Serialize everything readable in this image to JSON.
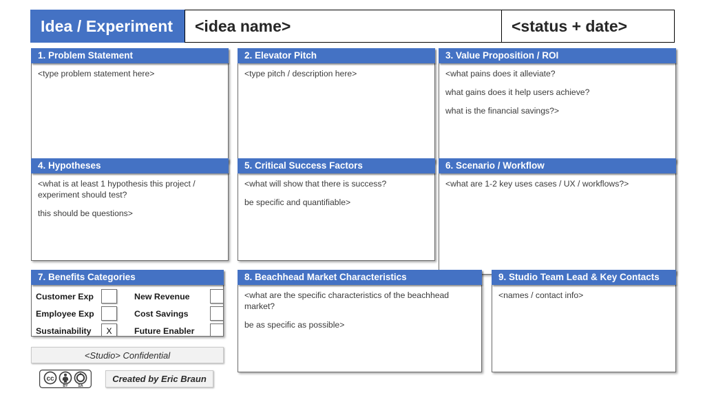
{
  "header": {
    "title": "Idea / Experiment",
    "idea_name": "<idea name>",
    "status_date": "<status + date>"
  },
  "sections": [
    {
      "id": "p1",
      "heading": "1. Problem Statement",
      "lines": [
        "<type problem statement here>"
      ]
    },
    {
      "id": "p2",
      "heading": "2. Elevator Pitch",
      "lines": [
        "<type pitch / description here>"
      ]
    },
    {
      "id": "p3",
      "heading": "3. Value Proposition / ROI",
      "lines": [
        "<what pains does it alleviate?",
        "what gains does it help users achieve?",
        "what is the financial savings?>"
      ]
    },
    {
      "id": "p4",
      "heading": "4. Hypotheses",
      "lines": [
        "<what is at least 1 hypothesis this project / experiment should test?",
        "this should be questions>"
      ]
    },
    {
      "id": "p5",
      "heading": "5. Critical Success Factors",
      "lines": [
        "<what will show that there is success?",
        "be specific and quantifiable>"
      ]
    },
    {
      "id": "p6",
      "heading": "6. Scenario / Workflow",
      "lines": [
        "<what are 1-2 key uses cases / UX / workflows?>"
      ]
    },
    {
      "id": "p7",
      "heading": "7. Benefits Categories",
      "lines": []
    },
    {
      "id": "p8",
      "heading": "8. Beachhead Market Characteristics",
      "lines": [
        "<what are the specific characteristics of the beachhead market?",
        "be as specific as possible>"
      ]
    },
    {
      "id": "p9",
      "heading": "9. Studio Team Lead & Key Contacts",
      "lines": [
        "<names / contact info>"
      ]
    }
  ],
  "benefits": {
    "rows": [
      {
        "left_label": "Customer Exp",
        "left_checked": "",
        "right_label": "New Revenue",
        "right_checked": ""
      },
      {
        "left_label": "Employee Exp",
        "left_checked": "",
        "right_label": "Cost Savings",
        "right_checked": ""
      },
      {
        "left_label": "Sustainability",
        "left_checked": "X",
        "right_label": "Future Enabler",
        "right_checked": ""
      }
    ]
  },
  "footer": {
    "confidential": "<Studio> Confidential",
    "credit": "Created by Eric Braun",
    "license_cc": "cc",
    "license_by": "BY",
    "license_sa": "SA"
  },
  "colors": {
    "accent_blue": "#4472C4",
    "panel_border": "#6b6b6b",
    "bar_grey": "#f2f2f2"
  }
}
